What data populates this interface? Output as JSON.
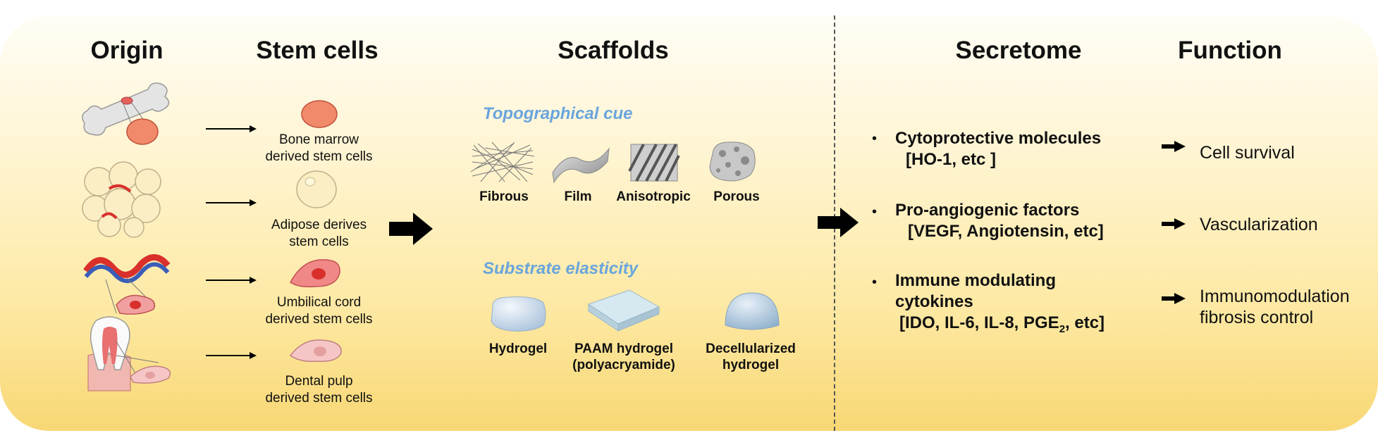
{
  "headers": {
    "origin": "Origin",
    "stem_cells": "Stem cells",
    "scaffolds": "Scaffolds",
    "secretome": "Secretome",
    "function": "Function"
  },
  "stem_cells": [
    {
      "line1": "Bone marrow",
      "line2": "derived stem cells"
    },
    {
      "line1": "Adipose derives",
      "line2": "stem cells"
    },
    {
      "line1": "Umbilical cord",
      "line2": "derived stem cells"
    },
    {
      "line1": "Dental pulp",
      "line2": "derived stem cells"
    }
  ],
  "scaffolds": {
    "topo_title": "Topographical cue",
    "topo_items": [
      "Fibrous",
      "Film",
      "Anisotropic",
      "Porous"
    ],
    "elastic_title": "Substrate elasticity",
    "elastic_items": [
      {
        "line1": "Hydrogel",
        "line2": ""
      },
      {
        "line1": "PAAM hydrogel",
        "line2": "(polyacryamide)"
      },
      {
        "line1": "Decellularized",
        "line2": "hydrogel"
      }
    ]
  },
  "secretome": [
    {
      "bullet": "•",
      "line1": "Cytoprotective molecules",
      "line2": "[HO-1, etc ]"
    },
    {
      "bullet": "•",
      "line1": "Pro-angiogenic factors",
      "line2": "[VEGF, Angiotensin, etc]"
    },
    {
      "bullet": "•",
      "line1": "Immune modulating",
      "line2": "cytokines",
      "line3_pre": "[IDO, IL-6, IL-8, PGE",
      "line3_sub": "2",
      "line3_post": ", etc]"
    }
  ],
  "functions": [
    {
      "line1": "Cell survival"
    },
    {
      "line1": "Vascularization"
    },
    {
      "line1": "Immunomodulation",
      "line2": "fibrosis control"
    }
  ],
  "colors": {
    "cue_blue": "#6aa5dc",
    "panel_top": "#fffdf6",
    "panel_bottom": "#f8d774",
    "cell_red": "#e8605c"
  }
}
